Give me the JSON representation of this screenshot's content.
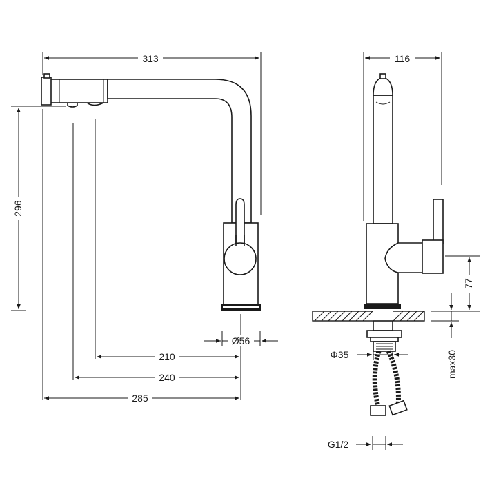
{
  "dimensions": {
    "overall_length": "313",
    "height": "296",
    "base_diameter": "Ø56",
    "reach_210": "210",
    "reach_240": "240",
    "reach_285": "285",
    "side_width": "116",
    "base_height": "77",
    "max_thickness": "max30",
    "shank_diameter": "Φ35",
    "hose_thread": "G1/2"
  }
}
